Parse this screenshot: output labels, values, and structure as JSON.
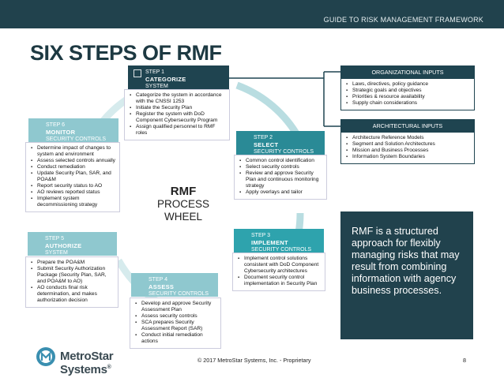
{
  "header": {
    "right_text": "GUIDE TO RISK MANAGEMENT FRAMEWORK"
  },
  "title": "SIX STEPS OF RMF",
  "center": {
    "line1": "RMF",
    "line2": "PROCESS",
    "line3": "WHEEL"
  },
  "steps": [
    {
      "step": "STEP 1",
      "name": "CATEGORIZE",
      "sub": "SYSTEM",
      "items": [
        "Categorize the system in accordance with the CNSSI 1253",
        "Initiate the Security Plan",
        "Register the system with DoD Component Cybersecurity Program",
        "Assign qualified personnel to RMF roles"
      ]
    },
    {
      "step": "STEP 2",
      "name": "SELECT",
      "sub": "SECURITY CONTROLS",
      "items": [
        "Common control identification",
        "Select security controls",
        "Review and approve Security Plan and continuous monitoring strategy",
        "Apply overlays and tailor"
      ]
    },
    {
      "step": "STEP 3",
      "name": "IMPLEMENT",
      "sub": "SECURITY CONTROLS",
      "items": [
        "Implement control solutions consistent with DoD Component Cybersecurity architectures",
        "Document security control implementation in Security Plan"
      ]
    },
    {
      "step": "STEP 4",
      "name": "ASSESS",
      "sub": "SECURITY CONTROLS",
      "items": [
        "Develop and approve Security Assessment Plan",
        "Assess security controls",
        "SCA prepares Security Assessment Report (SAR)",
        "Conduct initial remediation actions"
      ]
    },
    {
      "step": "STEP 5",
      "name": "AUTHORIZE",
      "sub": "SYSTEM",
      "items": [
        "Prepare the POA&M",
        "Submit Security Authorization Package (Security Plan, SAR, and POA&M to AO)",
        "AO conducts final risk determination, and makes authorization decision"
      ]
    },
    {
      "step": "STEP 6",
      "name": "MONITOR",
      "sub": "SECURITY CONTROLS",
      "items": [
        "Determine impact of changes to system and environment",
        "Assess selected controls annually",
        "Conduct remediation",
        "Update Security Plan, SAR, and POA&M",
        "Report security status to AO",
        "AO reviews reported status",
        "Implement system decommissioning strategy"
      ]
    }
  ],
  "inputs": [
    {
      "title": "ORGANIZATIONAL INPUTS",
      "items": [
        "Laws, directives, policy guidance",
        "Strategic goals and objectives",
        "Priorities & resource availability",
        "Supply chain considerations"
      ]
    },
    {
      "title": "ARCHITECTURAL INPUTS",
      "items": [
        "Architecture Reference Models",
        "Segment and Solution Architectures",
        "Mission and Business Processes",
        "Information System Boundaries"
      ]
    }
  ],
  "callout": "RMF is a structured approach for flexibly managing risks that may result from combining information with agency business processes.",
  "footer": {
    "copyright": "© 2017 MetroStar Systems, Inc. - Proprietary",
    "page": "8",
    "logo_text": "MetroStar Systems",
    "logo_mark": "®"
  },
  "colors": {
    "dark": "#1f4450",
    "teal": "#2a8a96",
    "light": "#8fc8cf"
  },
  "icons": [
    "wheel-arrow-icon",
    "metrostar-logo-icon"
  ]
}
